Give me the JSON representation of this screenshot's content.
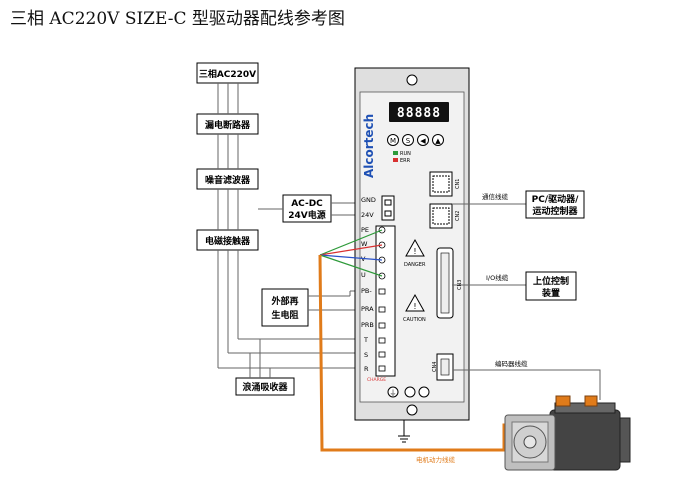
{
  "title": "三相 AC220V SIZE-C 型驱动器配线参考图",
  "left_boxes": {
    "power": "三相AC220V",
    "breaker": "漏电断路器",
    "filter": "噪音滤波器",
    "contactor": "电磁接触器",
    "ext_resistor_line1": "外部再",
    "ext_resistor_line2": "生电阻",
    "surge": "浪涌吸收器"
  },
  "acdc": {
    "line1": "AC-DC",
    "line2": "24V电源"
  },
  "drive": {
    "brand": "Alcortech",
    "display_digits": "88888",
    "buttons": [
      "M",
      "S",
      "◀",
      "▲"
    ],
    "led_run": "RUN",
    "led_err": "ERR",
    "terminals_top": [
      "GND",
      "24V"
    ],
    "terminals_main": [
      "PE",
      "W",
      "V",
      "U",
      "PB-",
      "PRA",
      "PRB",
      "T",
      "S",
      "R"
    ],
    "danger_label": "DANGER",
    "caution_label": "CAUTION",
    "charge_label": "CHARGE",
    "connectors": [
      "CN1",
      "CN2",
      "CN3",
      "CN4"
    ]
  },
  "right_boxes": {
    "pc_line1": "PC/驱动器/",
    "pc_line2": "运动控制器",
    "host_line1": "上位控制",
    "host_line2": "装置"
  },
  "cable_labels": {
    "comm": "通信线缆",
    "io": "I/O线缆",
    "encoder": "编码器线缆",
    "motor_power": "电机动力线缆"
  },
  "colors": {
    "motor_cable": "#e07b1a",
    "wire_green": "#2e9a3a",
    "wire_red": "#d83030",
    "wire_blue": "#2a52c8",
    "drive_body": "#dfdfdf",
    "brand": "#1e50b4"
  }
}
